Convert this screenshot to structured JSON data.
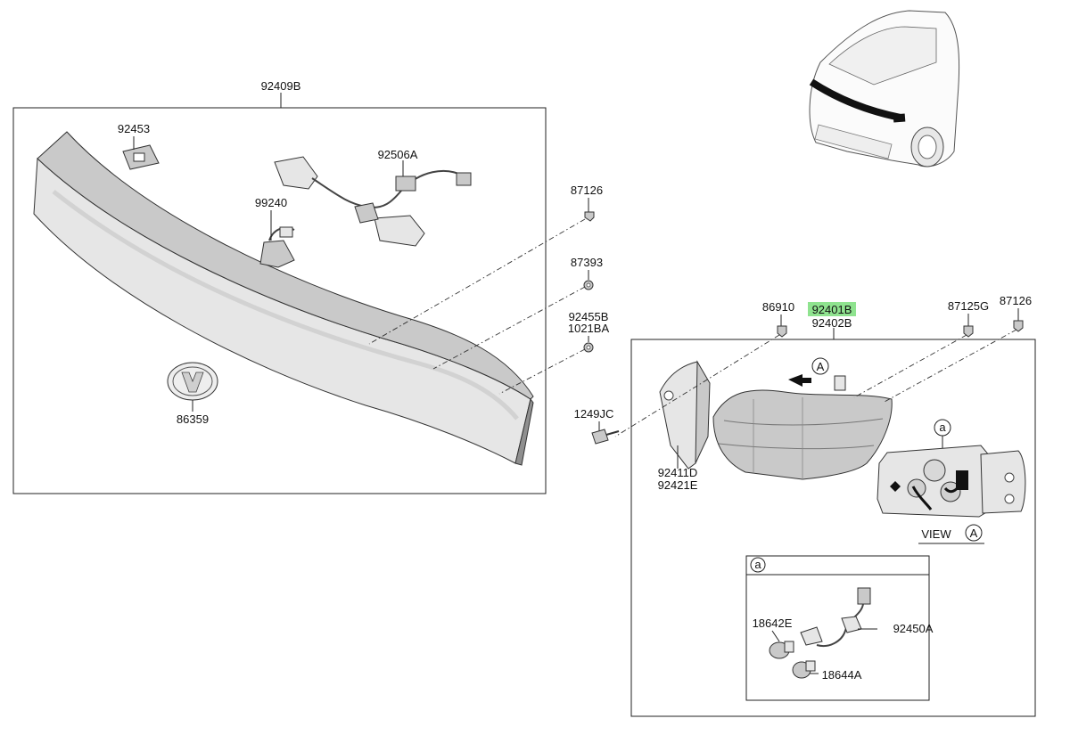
{
  "labels": {
    "garnish_assy": "92409B",
    "pad": "92453",
    "lamp_harness": "92506A",
    "license_lamp": "99240",
    "emblem": "86359",
    "screw_87126_left": "87126",
    "nut_87393": "87393",
    "clip_92455B": "92455B",
    "clip_1021BA": "1021BA",
    "screw_1249JC": "1249JC",
    "clip_86910": "86910",
    "lamp_assy_lh": "92401B",
    "lamp_assy_rh": "92402B",
    "clip_87125G": "87125G",
    "screw_87126_right": "87126",
    "bracket_lh": "92411D",
    "bracket_rh": "92421E",
    "bulb_18642E": "18642E",
    "socket_wiring": "92450A",
    "bulb_18644A": "18644A"
  },
  "view_marker": "A",
  "view_label": "VIEW",
  "detail_marker": "a",
  "colors": {
    "highlight": "#8fe38f",
    "line": "#222222"
  }
}
